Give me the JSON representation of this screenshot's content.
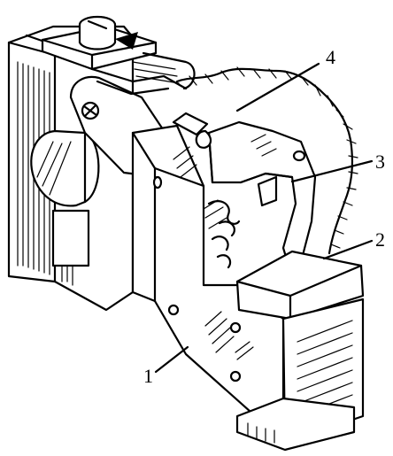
{
  "figure": {
    "labels": [
      {
        "id": "1",
        "text": "1"
      },
      {
        "id": "2",
        "text": "2"
      },
      {
        "id": "3",
        "text": "3"
      },
      {
        "id": "4",
        "text": "4"
      }
    ],
    "line_color": "#000000",
    "background": "#ffffff"
  }
}
